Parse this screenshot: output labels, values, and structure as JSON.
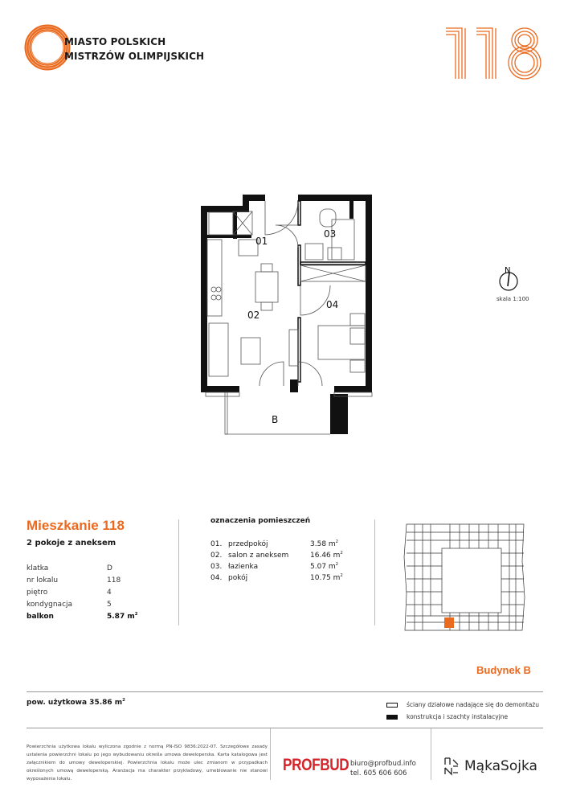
{
  "header": {
    "logo_line1": "MIASTO POLSKICH",
    "logo_line2": "MISTRZÓW OLIMPIJSKICH",
    "apartment_number_big": "118",
    "accent_color": "#ea6a1f"
  },
  "plan": {
    "room_labels": [
      "01",
      "02",
      "03",
      "04",
      "B"
    ],
    "compass_label": "N",
    "scale": "skala 1:100"
  },
  "apartment": {
    "title": "Mieszkanie 118",
    "subtitle": "2 pokoje z aneksem",
    "properties": [
      {
        "key": "klatka",
        "value": "D"
      },
      {
        "key": "nr lokalu",
        "value": "118"
      },
      {
        "key": "piętro",
        "value": "4"
      },
      {
        "key": "kondygnacja",
        "value": "5"
      },
      {
        "key": "balkon",
        "value": "5.87 m",
        "unit_sup": "2"
      }
    ]
  },
  "rooms": {
    "heading": "oznaczenia pomieszczeń",
    "items": [
      {
        "no": "01.",
        "name": "przedpokój",
        "area": "3.58 m",
        "sup": "2"
      },
      {
        "no": "02.",
        "name": "salon z aneksem",
        "area": "16.46 m",
        "sup": "2"
      },
      {
        "no": "03.",
        "name": "łazienka",
        "area": "5.07 m",
        "sup": "2"
      },
      {
        "no": "04.",
        "name": "pokój",
        "area": "10.75 m",
        "sup": "2"
      }
    ]
  },
  "building": {
    "label": "Budynek B",
    "highlight_color": "#ea6a1f"
  },
  "summary": {
    "usable_area": "pow. użytkowa 35.86 m",
    "usable_area_sup": "2"
  },
  "legend": {
    "items": [
      {
        "swatch": "outline",
        "label": "ściany działowe nadające się do demontażu"
      },
      {
        "swatch": "solid",
        "label": "konstrukcja i szachty instalacyjne"
      }
    ]
  },
  "footer": {
    "disclaimer": "Powierzchnia użytkowa lokalu wyliczona zgodnie z normą PN-ISO 9836:2022-07. Szczegółowe zasady ustalenia powierzchni lokalu po jego wybudowaniu określa umowa deweloperska. Karta katalogowa jest załącznikiem do umowy deweloperskiej. Powierzchnia lokalu może ulec zmianom w przypadkach określonych umową deweloperską. Aranżacja ma charakter przykładowy, umeblowanie nie stanowi wyposażenia lokalu.",
    "developer": "PROFBUD",
    "email": "biuro@profbud.info",
    "phone": "tel. 605 606 606",
    "architect": "MąkaSojka"
  }
}
